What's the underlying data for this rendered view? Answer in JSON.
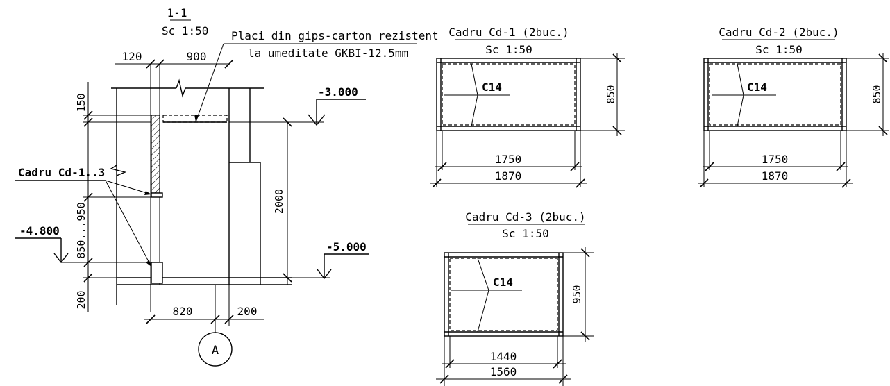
{
  "section": {
    "title": "1-1",
    "scale": "Sc 1:50",
    "note_line1": "Placi din gips-carton rezistent",
    "note_line2": "la umeditate GKBI-12.5mm",
    "dim_top_left": "120",
    "dim_top_right": "900",
    "dim_150": "150",
    "dim_850_950": "850...950",
    "dim_200_left": "200",
    "dim_2000": "2000",
    "dim_820": "820",
    "dim_200_bottom": "200",
    "level_top": "-3.000",
    "level_left": "-4.800",
    "level_bottom": "-5.000",
    "frame_label": "Cadru Cd-1..3",
    "axis_label": "A"
  },
  "frames": [
    {
      "title": "Cadru Cd-1 (2buc.)",
      "scale": "Sc 1:50",
      "profile": "C14",
      "height": "850",
      "inner_width": "1750",
      "outer_width": "1870"
    },
    {
      "title": "Cadru Cd-2 (2buc.)",
      "scale": "Sc 1:50",
      "profile": "C14",
      "height": "850",
      "inner_width": "1750",
      "outer_width": "1870"
    },
    {
      "title": "Cadru Cd-3 (2buc.)",
      "scale": "Sc 1:50",
      "profile": "C14",
      "height": "950",
      "inner_width": "1440",
      "outer_width": "1560"
    }
  ]
}
